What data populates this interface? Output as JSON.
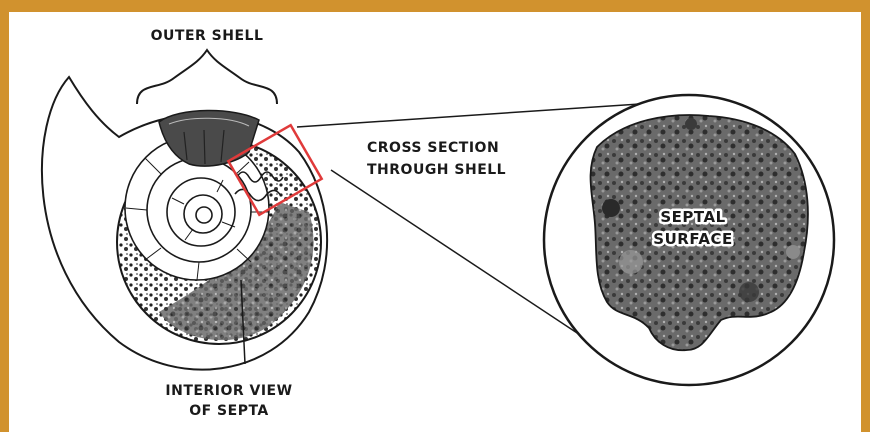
{
  "labels": {
    "outer_shell": "OUTER SHELL",
    "cross_section_line1": "CROSS SECTION",
    "cross_section_line2": "THROUGH SHELL",
    "interior_line1": "INTERIOR VIEW",
    "interior_line2": "OF SEPTA",
    "septal_line1": "SEPTAL",
    "septal_line2": "SURFACE"
  },
  "colors": {
    "border": "#D1922E",
    "highlight_box": "#E03A3A",
    "ink": "#1a1a1a"
  }
}
